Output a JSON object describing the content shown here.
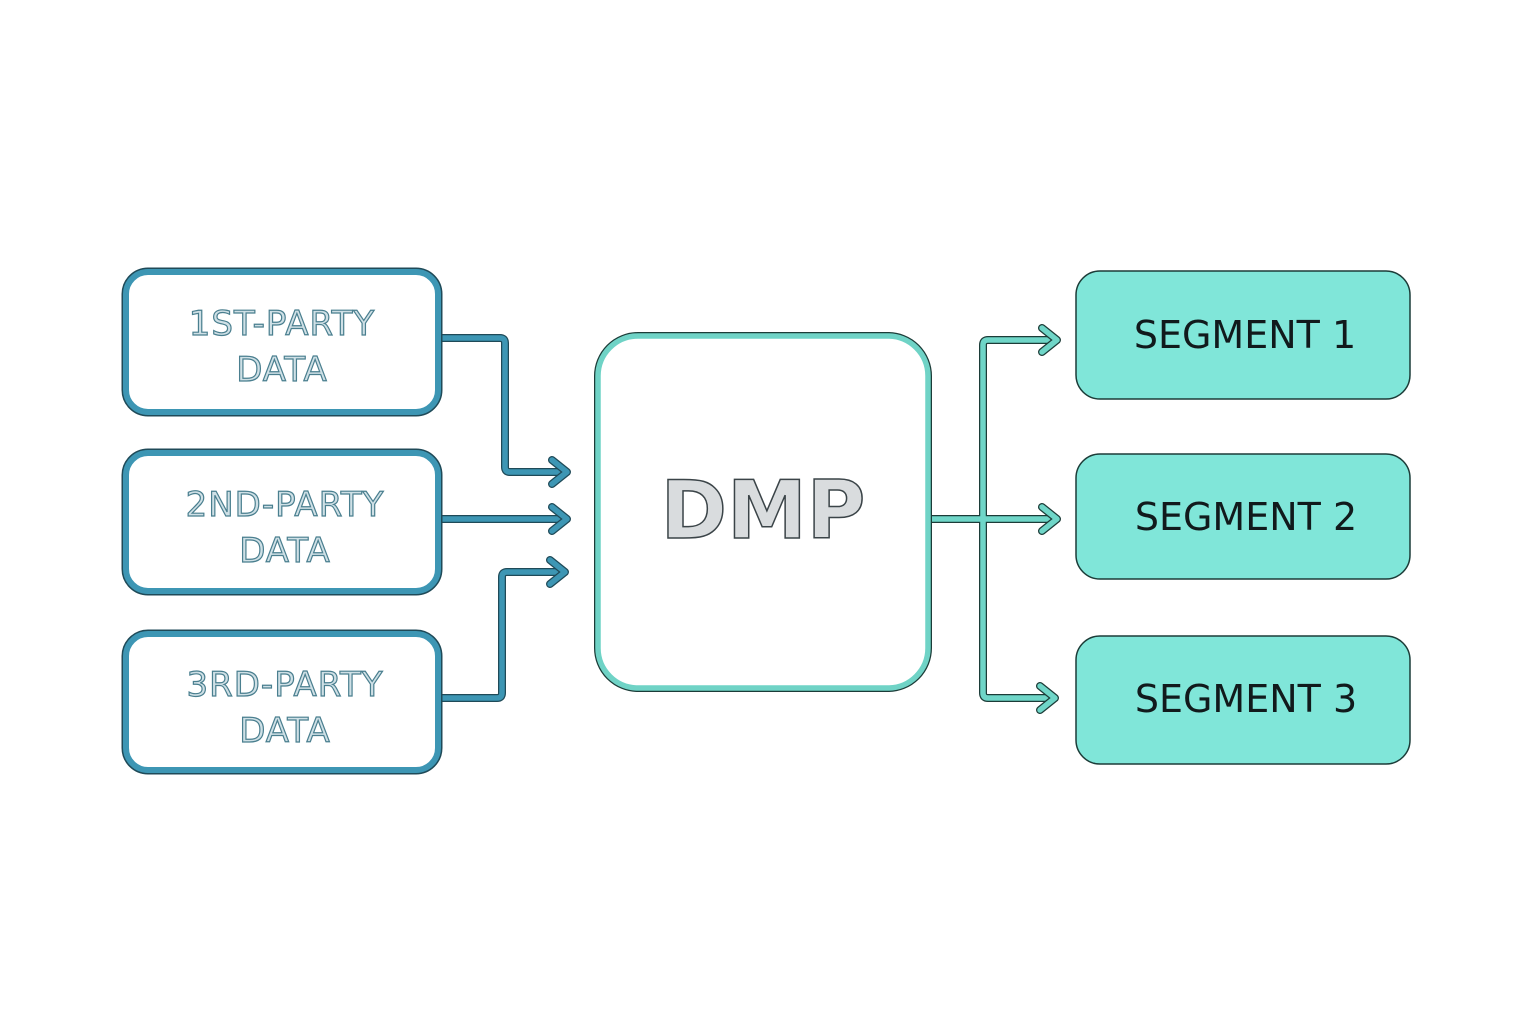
{
  "colors": {
    "source_stroke": "#3d96b4",
    "source_outline": "#1f4a58",
    "dmp_stroke": "#6fd3c6",
    "segment_fill": "#80e6d9",
    "segment_outline": "#1c3c38",
    "output_arrow": "#6fd6c8"
  },
  "sources": [
    {
      "line1": "1ST-PARTY",
      "line2": "DATA"
    },
    {
      "line1": "2ND-PARTY",
      "line2": "DATA"
    },
    {
      "line1": "3RD-PARTY",
      "line2": "DATA"
    }
  ],
  "hub": {
    "label": "DMP"
  },
  "segments": [
    {
      "label": "SEGMENT 1"
    },
    {
      "label": "SEGMENT 2"
    },
    {
      "label": "SEGMENT 3"
    }
  ]
}
